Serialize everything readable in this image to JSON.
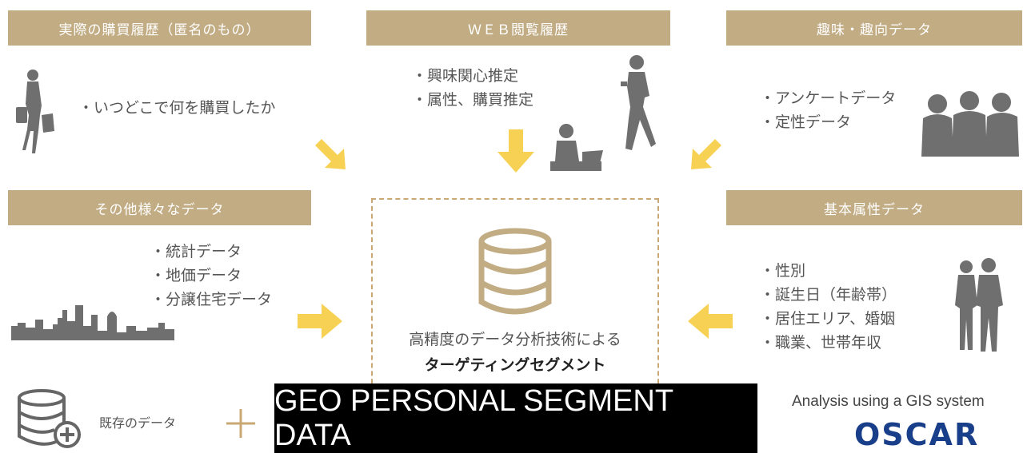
{
  "headers": {
    "purchase_history": "実際の購買履歴（匿名のもの）",
    "web_history": "ＷＥＢ閲覧履歴",
    "hobby_data": "趣味・趣向データ",
    "other_data": "その他様々なデータ",
    "basic_attributes": "基本属性データ"
  },
  "purchase_items": [
    "・いつどこで何を購買したか"
  ],
  "web_items": [
    "・興味関心推定",
    "・属性、購買推定"
  ],
  "hobby_items": [
    "・アンケートデータ",
    "・定性データ"
  ],
  "other_items": [
    "・統計データ",
    "・地価データ",
    "・分譲住宅データ"
  ],
  "basic_items": [
    "・性別",
    "・誕生日（年齢帯）",
    "・居住エリア、婚姻",
    "・職業、世帯年収"
  ],
  "center": {
    "line1": "高精度のデータ分析技術による",
    "line2": "ターゲティングセグメント"
  },
  "existing_data": "既存のデータ",
  "product_name": "GEO PERSONAL SEGMENT DATA",
  "analysis_text": "Analysis using a GIS system",
  "logo_text": "OSCAR",
  "colors": {
    "header_bg": "#c2ac84",
    "arrow": "#f7d154",
    "dashed_border": "#c9a874",
    "silhouette": "#6f6f6f",
    "logo": "#1a3f8a"
  },
  "icons": [
    "woman-shopping-icon",
    "person-walking-phone-icon",
    "person-laptop-icon",
    "group-talking-icon",
    "city-skyline-icon",
    "couple-icon",
    "database-icon",
    "database-add-icon",
    "plus-icon",
    "arrow-icon"
  ]
}
